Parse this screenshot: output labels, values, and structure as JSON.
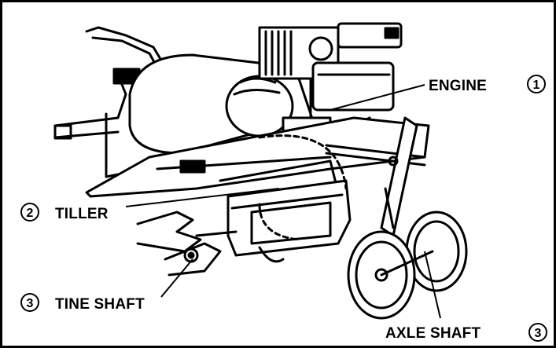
{
  "diagram": {
    "labels": {
      "engine": {
        "text": "ENGINE",
        "number": "1"
      },
      "tiller": {
        "text": "TILLER",
        "number": "2"
      },
      "tine_shaft": {
        "text": "TINE SHAFT",
        "number": "3"
      },
      "axle_shaft": {
        "text": "AXLE SHAFT",
        "number": "3"
      }
    }
  }
}
